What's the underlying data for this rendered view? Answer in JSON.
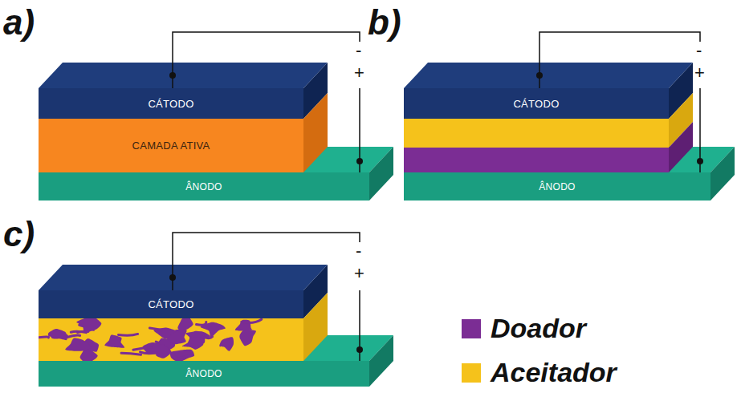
{
  "diagram": {
    "nodes": [
      {
        "text": [
          "CÁTODO"
        ]
      },
      {
        "text": [
          "CAMADA ATIVA"
        ]
      },
      {
        "text": [
          "ÂNODO"
        ]
      },
      {
        "text": [
          "CÁTODO"
        ]
      },
      {
        "text": [
          "ÂNODO"
        ]
      },
      {
        "text": [
          "CÁTODO"
        ]
      },
      {
        "text": [
          "ÂNODO"
        ]
      }
    ],
    "edges": [
      {
        "from": 0,
        "to": 2,
        "arrow": "none"
      },
      {
        "from": 3,
        "to": 4,
        "arrow": "none"
      },
      {
        "from": 5,
        "to": 6,
        "arrow": "none"
      }
    ],
    "labels": [
      "a)",
      "-",
      "+",
      "b)",
      "-",
      "+",
      "c)",
      "-",
      "+"
    ],
    "legend": [
      {
        "text": "Doador",
        "color": "#7b2d94"
      },
      {
        "text": "Aceitador",
        "color": "#f5c21b"
      }
    ]
  }
}
